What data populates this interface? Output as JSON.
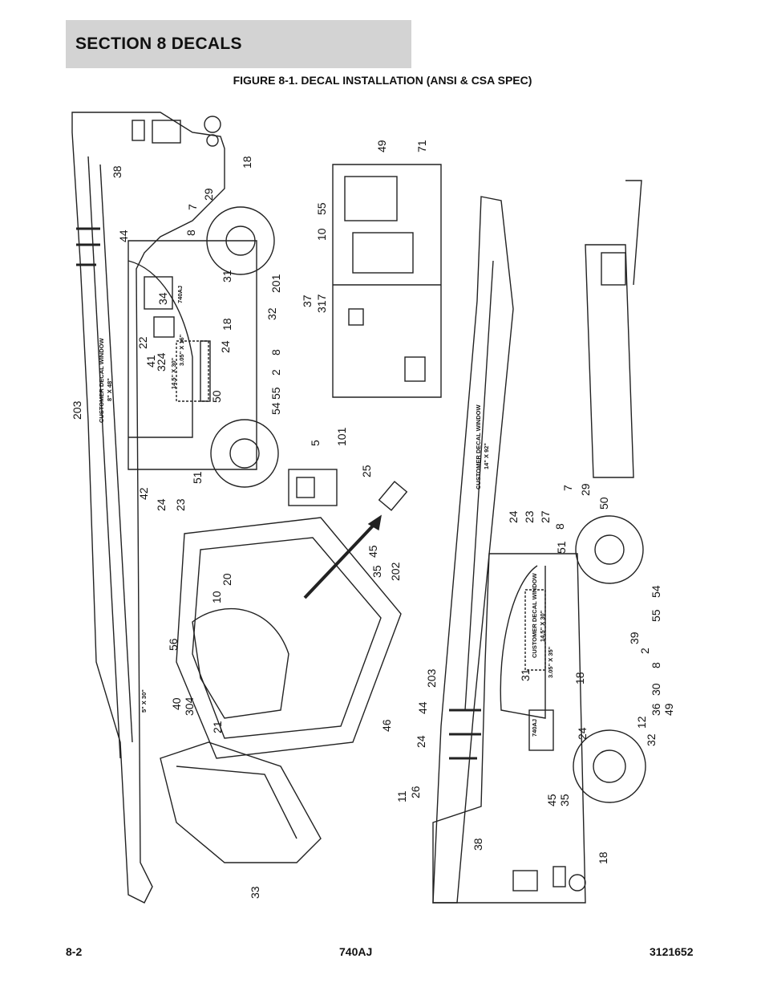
{
  "header": {
    "section_title": "SECTION 8   DECALS",
    "figure_title": "FIGURE 8-1. DECAL INSTALLATION (ANSI & CSA SPEC)"
  },
  "footer": {
    "page_number": "8-2",
    "model": "740AJ",
    "doc_number": "3121652"
  },
  "drawing": {
    "decal_windows": {
      "left_boom_window": "CUSTOMER  DECAL  WINDOW",
      "left_boom_size": "8\" X 48\"",
      "left_side_window": "14.5\" X 30\"",
      "left_side_small": "3.05\" X 16\"",
      "left_boom_small": "5\" X 30\"",
      "right_boom_window": "CUSTOMER  DECAL  WINDOW",
      "right_boom_size": "14\" X 92\"",
      "right_side_window": "CUSTOMER  DECAL  WINDOW",
      "right_side_size": "14.5\" X 30\"",
      "right_side_small": "3.05\" X 35\"",
      "model_plate_left": "740AJ",
      "model_plate_right": "740AJ"
    },
    "callouts": {
      "c38a": "38",
      "c18a": "18",
      "c29a": "29",
      "c7a": "7",
      "c8a": "8",
      "c44a": "44",
      "c31a": "31",
      "c201": "201",
      "c34": "34",
      "c18b": "18",
      "c32a": "32",
      "c24a": "24",
      "c8b": "8",
      "c2a": "2",
      "c22": "22",
      "c41": "41",
      "c324": "324",
      "c203a": "203",
      "c50a": "50",
      "c54a": "54",
      "c55a": "55",
      "c51a": "51",
      "c42": "42",
      "c24b": "24",
      "c23a": "23",
      "c49a": "49",
      "c71": "71",
      "c10a": "10",
      "c55b": "55",
      "c37": "37",
      "c317": "317",
      "c5": "5",
      "c101": "101",
      "c25": "25",
      "c45a": "45",
      "c35a": "35",
      "c202": "202",
      "c20": "20",
      "c10b": "10",
      "c56": "56",
      "c40": "40",
      "c304": "304",
      "c21": "21",
      "c46": "46",
      "c33": "33",
      "c7b": "7",
      "c29b": "29",
      "c50b": "50",
      "c24c": "24",
      "c23b": "23",
      "c27": "27",
      "c8c": "8",
      "c51b": "51",
      "c54b": "54",
      "c55c": "55",
      "c39": "39",
      "c2b": "2",
      "c8d": "8",
      "c203b": "203",
      "c44b": "44",
      "c31b": "31",
      "c18c": "18",
      "c30": "30",
      "c36": "36",
      "c49b": "49",
      "c12": "12",
      "c32b": "32",
      "c24d": "24",
      "c11": "11",
      "c26": "26",
      "c45b": "45",
      "c35b": "35",
      "c38b": "38",
      "c18d": "18"
    }
  }
}
